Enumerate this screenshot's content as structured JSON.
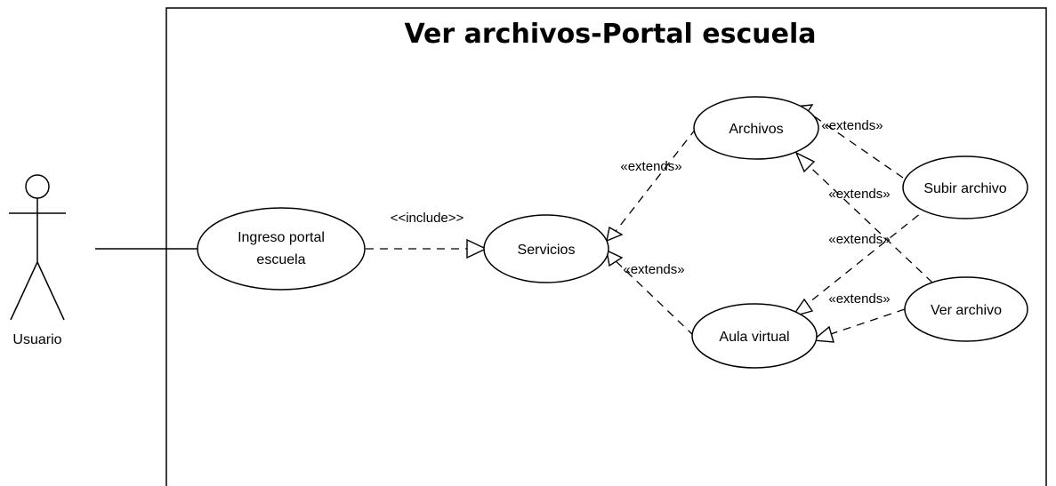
{
  "system": {
    "title": "Ver archivos-Portal escuela"
  },
  "actor": {
    "label": "Usuario"
  },
  "use_cases": {
    "ingreso": "Ingreso portal escuela",
    "servicios": "Servicios",
    "archivos": "Archivos",
    "aula": "Aula virtual",
    "subir": "Subir archivo",
    "ver": "Ver archivo"
  },
  "relations": {
    "include": "<<include>>",
    "ext_servicios_archivos": "«extends»",
    "ext_servicios_aula": "«extends»",
    "ext_subir_archivos": "«extends»",
    "ext_ver_archivos": "«extends»",
    "ext_subir_aula": "«extends»",
    "ext_ver_aula": "«extends»"
  }
}
